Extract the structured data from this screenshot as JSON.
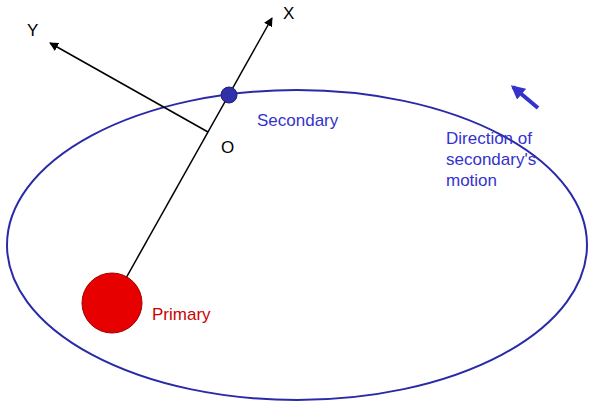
{
  "diagram": {
    "labels": [
      "X",
      "Y",
      "O",
      "Secondary",
      "Primary",
      "Direction of secondary's motion"
    ]
  }
}
